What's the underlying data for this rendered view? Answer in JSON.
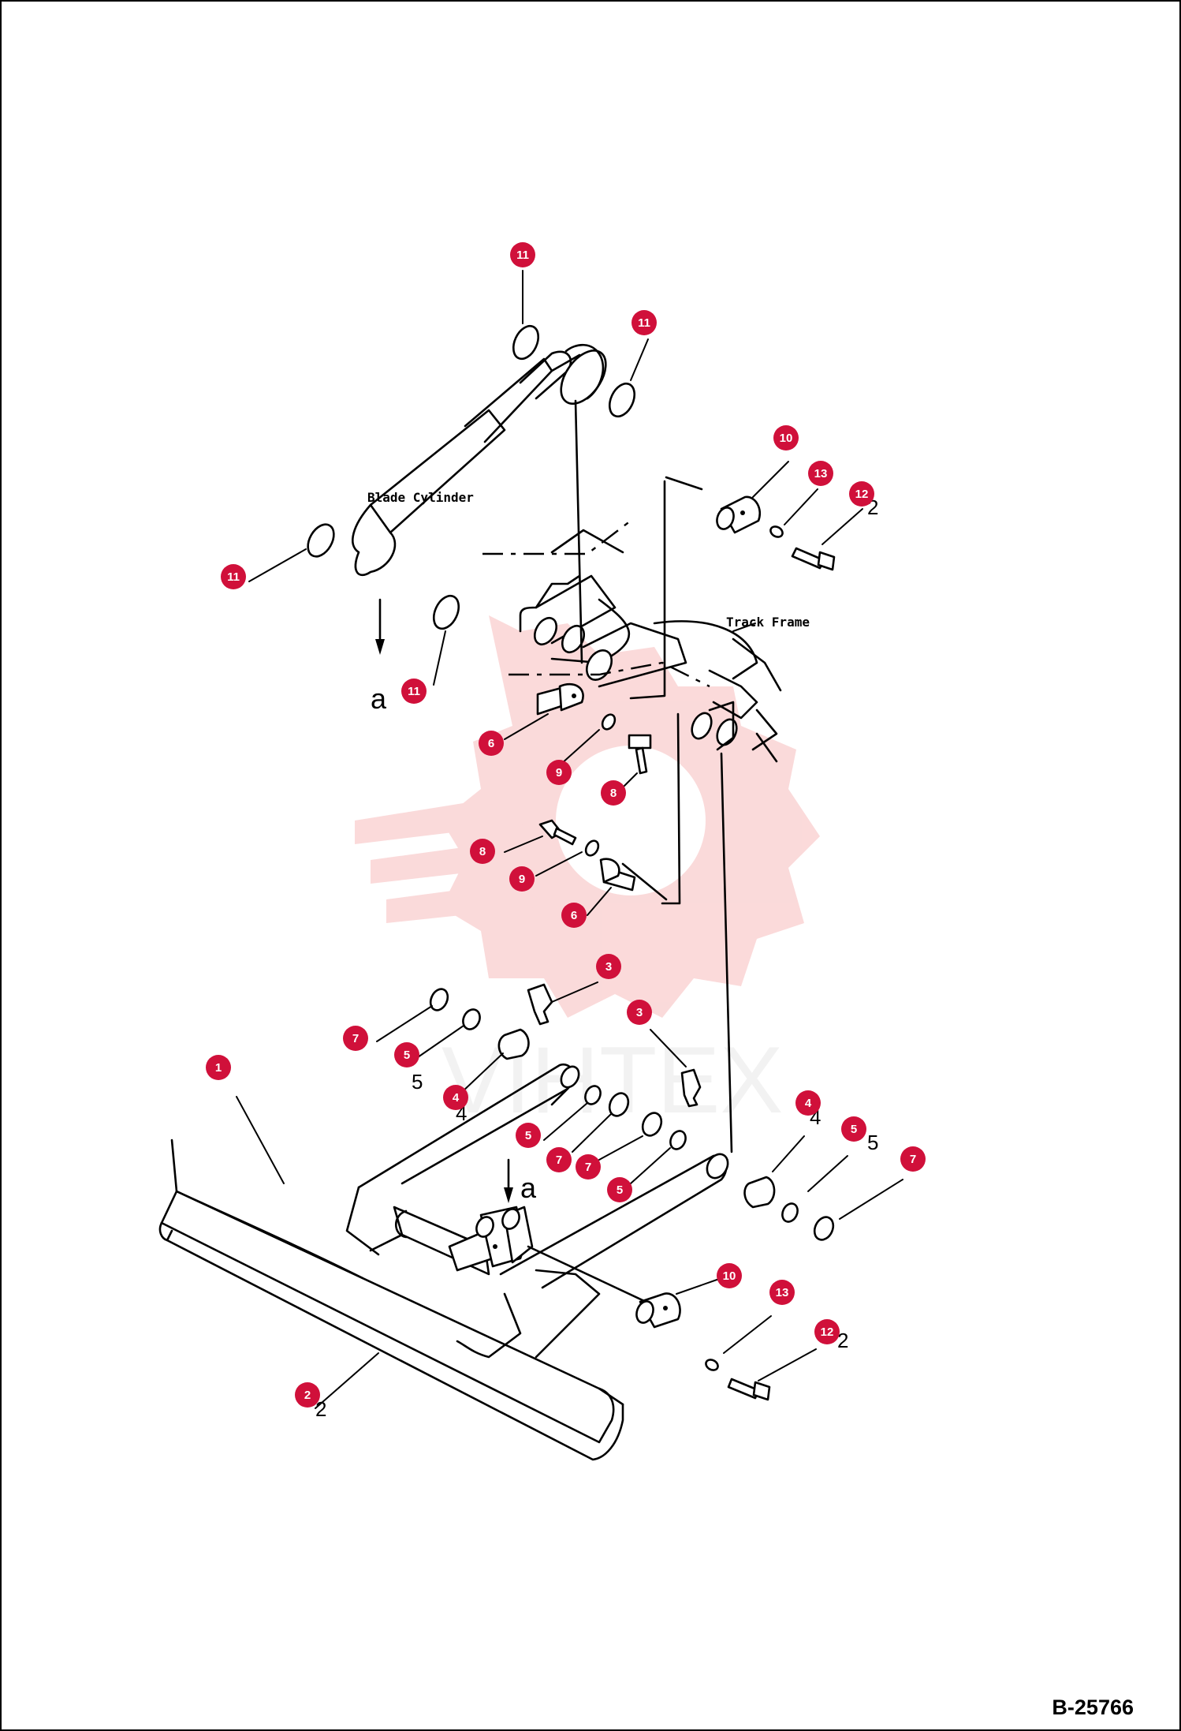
{
  "diagram": {
    "code": "B-25766",
    "watermark_text": "VIHTEX",
    "labels": {
      "blade_cylinder": "Blade Cylinder",
      "track_frame": "Track Frame",
      "ref_a": "a"
    },
    "callout_color": "#d0103a",
    "watermark_color": "#f4b4b4",
    "callouts": [
      "11",
      "11",
      "11",
      "11",
      "10",
      "13",
      "12",
      "6",
      "9",
      "8",
      "8",
      "9",
      "6",
      "3",
      "3",
      "7",
      "5",
      "4",
      "1",
      "4",
      "5",
      "7",
      "5",
      "7",
      "7",
      "5",
      "10",
      "13",
      "12",
      "2"
    ]
  }
}
